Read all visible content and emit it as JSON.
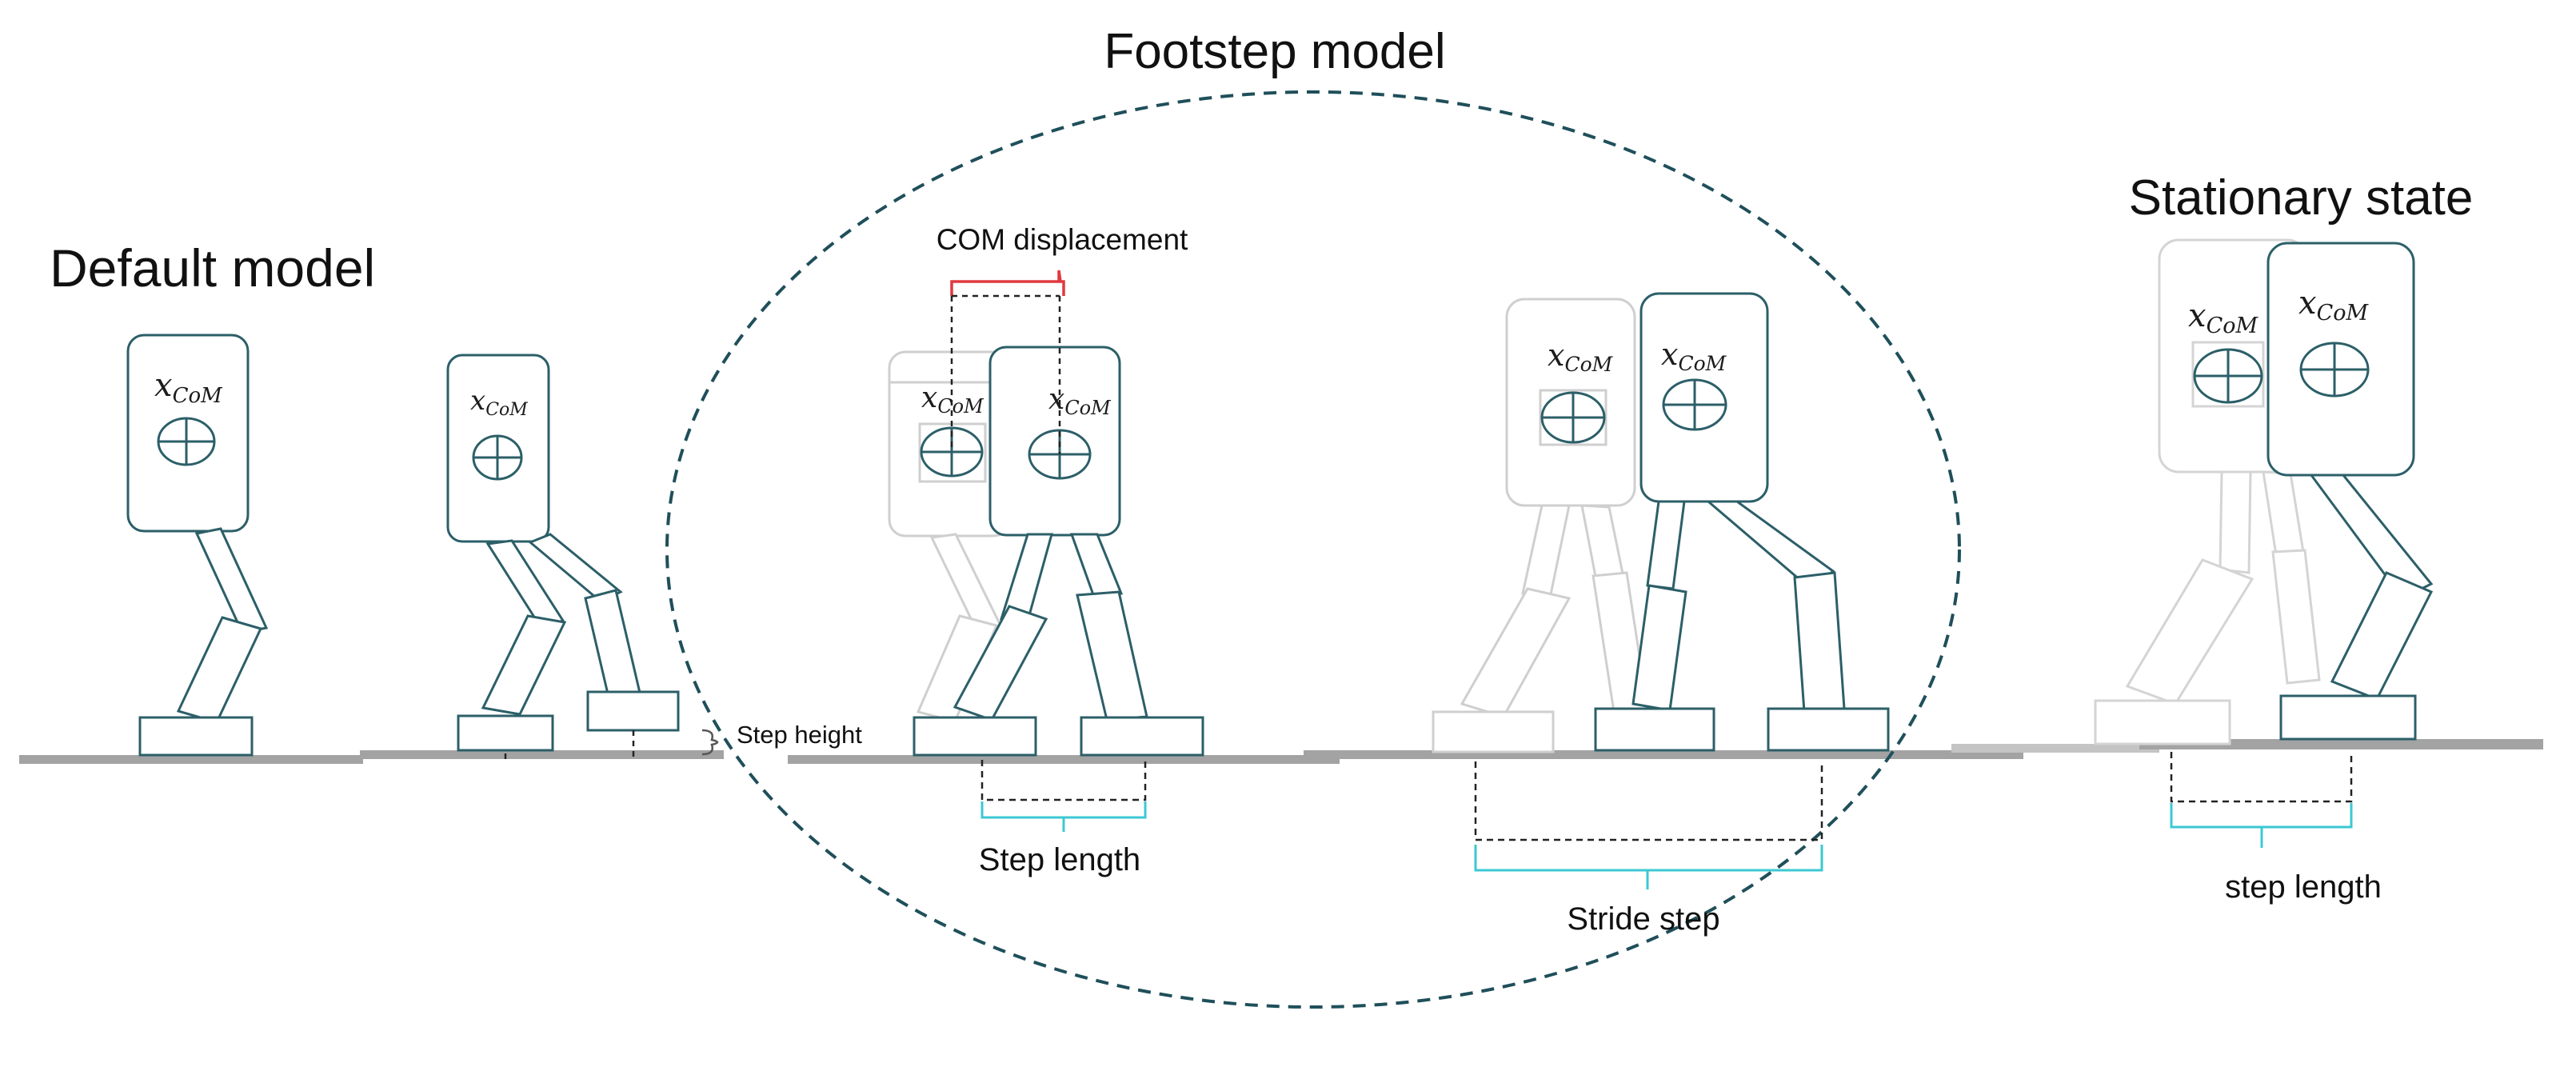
{
  "titles": {
    "default_model": "Default model",
    "footstep_model": "Footstep model",
    "stationary_state": "Stationary state"
  },
  "labels": {
    "com_displacement": "COM displacement",
    "step_height": "Step height",
    "step_length": "Step length",
    "stride_step": "Stride step",
    "step_length_lower": "step length"
  },
  "com_symbol": {
    "base": "x",
    "subscript": "CoM"
  },
  "colors": {
    "robot_outline": "#2c5f68",
    "ghost_outline": "#cfcfcf",
    "ground": "#a3a3a3",
    "dashed_ellipse": "#1f4f5a",
    "length_bracket": "#3cc8d3",
    "com_bracket": "#e0393e",
    "dimension_dash": "#222222"
  }
}
